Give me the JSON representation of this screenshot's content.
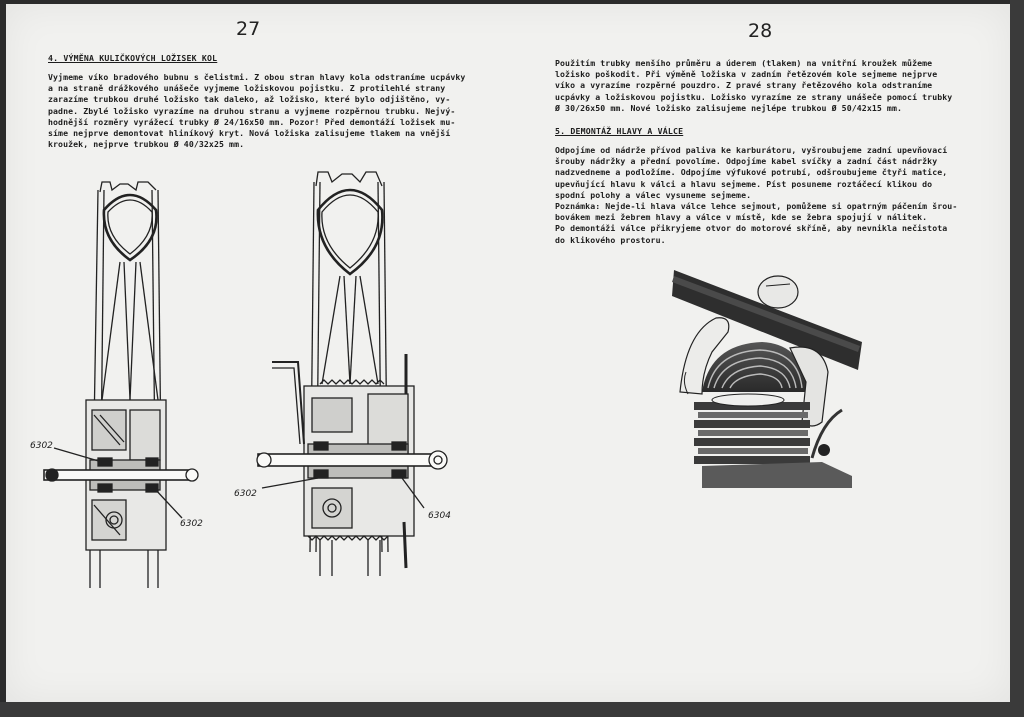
{
  "left_page": {
    "page_number": "27",
    "heading": "4. VÝMĚNA KULIČKOVÝCH LOŽISEK KOL",
    "paragraph": "Vyjmeme víko bradového bubnu s čelistmi. Z obou stran hlavy kola odstraníme ucpávky\na na straně drážkového unášeče vyjmeme ložiskovou pojistku. Z protilehlé strany\nzarazíme trubkou druhé ložisko tak daleko, až ložisko, které bylo odjištěno, vy-\npadne. Zbylé ložisko vyrazíme na druhou stranu a vyjmeme rozpěrnou trubku. Nejvý-\nhodnější rozměry vyrážecí trubky Ø 24/16x50 mm. Pozor! Před demontáží ložisek mu-\nsíme nejprve demontovat hliníkový kryt. Nová ložiska zalisujeme tlakem na vnější\nkroužek, nejprve trubkou Ø 40/32x25 mm.",
    "figure_labels": {
      "left_upper": "6302",
      "left_lower": "6302",
      "right_left": "6302",
      "right_right": "6304"
    }
  },
  "right_page": {
    "page_number": "28",
    "intro_paragraph": "Použitím trubky menšího průměru a úderem (tlakem) na vnitřní kroužek můžeme\nložisko poškodit. Při výměně ložiska v zadním řetězovém kole sejmeme nejprve\nvíko a vyrazíme rozpěrné pouzdro. Z pravé strany řetězového kola odstraníme\nucpávky a ložiskovou pojistku. Ložisko vyrazíme ze strany unášeče pomocí trubky\nØ 30/26x50 mm. Nové ložisko zalisujeme nejlépe trubkou Ø 50/42x15 mm.",
    "heading": "5. DEMONTÁŽ HLAVY A VÁLCE",
    "paragraph": "Odpojíme od nádrže přívod paliva ke karburátoru, vyšroubujeme zadní upevňovací\nšrouby nádržky a přední povolíme. Odpojíme kabel svíčky a zadní část nádržky\nnadzvedneme a podložíme. Odpojíme výfukové potrubí, odšroubujeme čtyři matice,\nupevňující hlavu k válci a hlavu sejmeme. Píst posuneme roztáčecí klikou do\nspodní polohy a válec vysuneme sejmeme.",
    "note_paragraph": "Poznámka: Nejde-li hlava válce lehce sejmout, pomůžeme si opatrným páčením šrou-\nbovákem mezi žebrem hlavy a válce v místě, kde se žebra spojují v nálitek.\nPo demontáži válce přikryjeme otvor do motorové skříně, aby nevnikla nečistota\ndo klikového prostoru."
  }
}
